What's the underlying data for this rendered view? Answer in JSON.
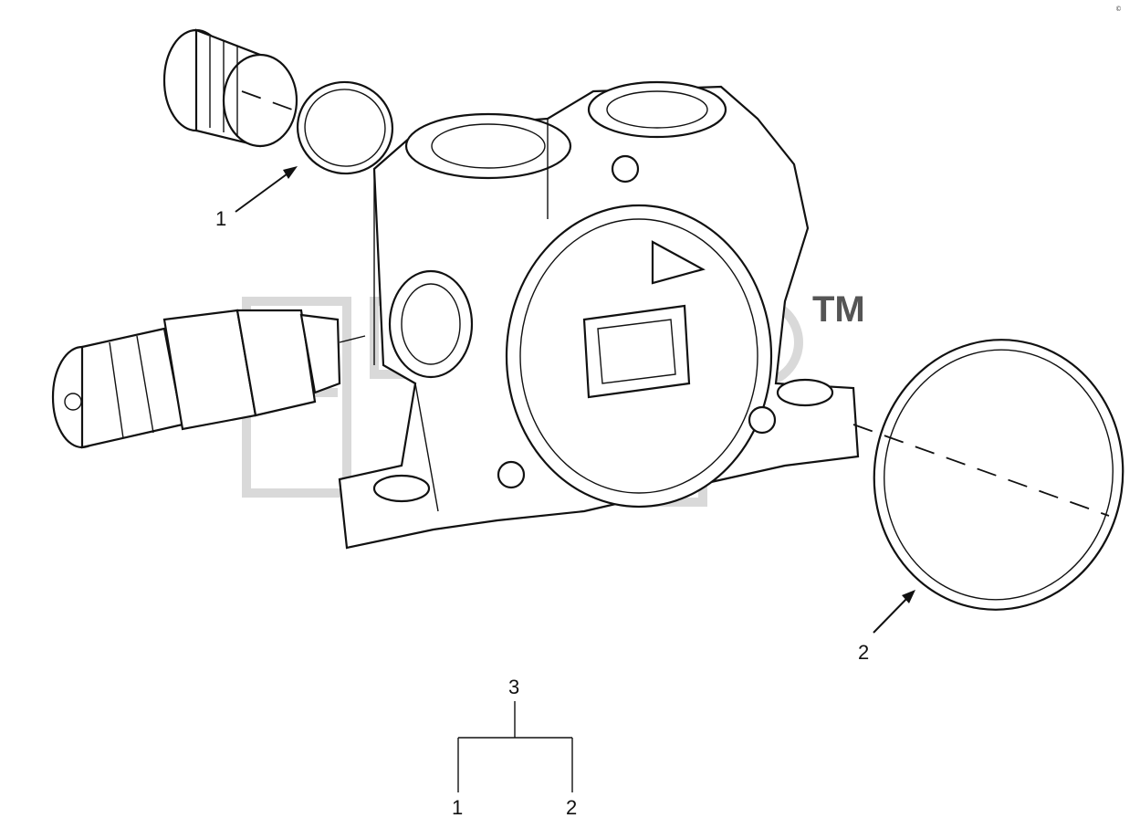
{
  "diagram": {
    "watermark_tm": "TM",
    "corner_note": "©",
    "callouts": {
      "seal_ring_small": "1",
      "seal_ring_large": "2",
      "assembly": "3",
      "tree_left": "1",
      "tree_right": "2"
    },
    "colors": {
      "line": "#111111",
      "watermark": "#b9b9b9",
      "background": "#ffffff"
    }
  }
}
